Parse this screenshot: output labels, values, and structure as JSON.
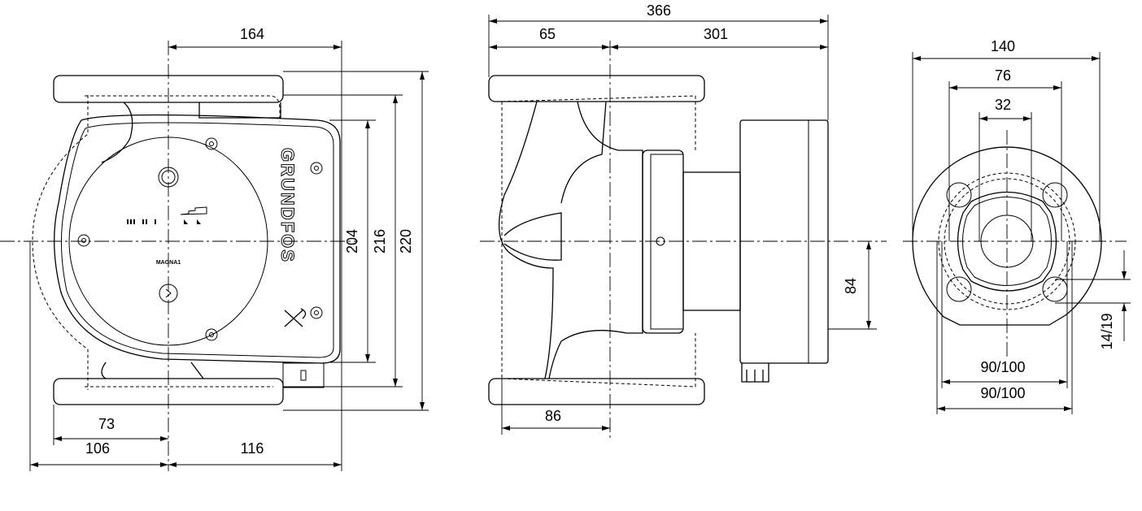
{
  "front_view": {
    "dimensions": {
      "d164": "164",
      "d204": "204",
      "d216": "216",
      "d220": "220",
      "d73": "73",
      "d106": "106",
      "d116": "116"
    },
    "brand": "GRUNDFOS",
    "model": "MAGNA1"
  },
  "side_view": {
    "dimensions": {
      "d366": "366",
      "d65": "65",
      "d301": "301",
      "d86": "86",
      "d84": "84"
    }
  },
  "flange_view": {
    "dimensions": {
      "d140": "140",
      "d76": "76",
      "d32": "32",
      "d90_100_a": "90/100",
      "d90_100_b": "90/100",
      "d14_19": "14/19"
    }
  }
}
